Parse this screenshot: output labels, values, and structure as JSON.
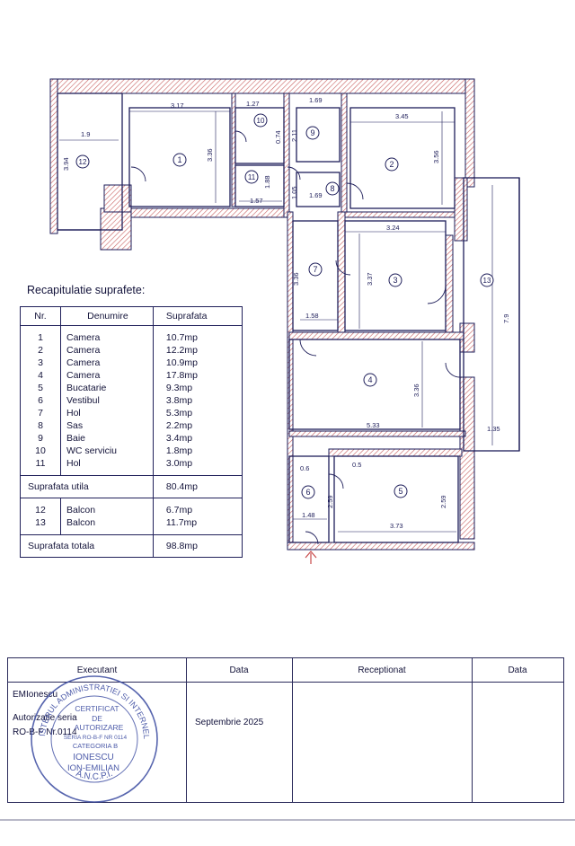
{
  "rooms_numbers": [
    "1",
    "2",
    "3",
    "4",
    "5",
    "6",
    "7",
    "8",
    "9",
    "10",
    "11",
    "12",
    "13"
  ],
  "dims": {
    "d_317": "3.17",
    "d_127": "1.27",
    "d_169a": "1.69",
    "d_345": "3.45",
    "d_19": "1.9",
    "d_394": "3.94",
    "d_336a": "3.36",
    "d_074": "0.74",
    "d_211": "2.11",
    "d_356": "3.56",
    "d_188": "1.88",
    "d_157": "1.57",
    "d_105": "1.05",
    "d_169b": "1.69",
    "d_324": "3.24",
    "d_336b": "3.36",
    "d_337": "3.37",
    "d_158": "1.58",
    "d_79": "7.9",
    "d_336c": "3.36",
    "d_533": "5.33",
    "d_135": "1.35",
    "d_259a": "2.59",
    "d_259b": "2.59",
    "d_148": "1.48",
    "d_373": "3.73",
    "d_06": "0.6",
    "d_05": "0.5"
  },
  "recap": {
    "title": "Recapitulatie suprafete:",
    "headers": {
      "nr": "Nr.",
      "denumire": "Denumire",
      "suprafata": "Suprafata"
    },
    "rooms": [
      {
        "nr": "1",
        "name": "Camera",
        "area": "10.7mp"
      },
      {
        "nr": "2",
        "name": "Camera",
        "area": "12.2mp"
      },
      {
        "nr": "3",
        "name": "Camera",
        "area": "10.9mp"
      },
      {
        "nr": "4",
        "name": "Camera",
        "area": "17.8mp"
      },
      {
        "nr": "5",
        "name": "Bucatarie",
        "area": "9.3mp"
      },
      {
        "nr": "6",
        "name": "Vestibul",
        "area": "3.8mp"
      },
      {
        "nr": "7",
        "name": "Hol",
        "area": "5.3mp"
      },
      {
        "nr": "8",
        "name": "Sas",
        "area": "2.2mp"
      },
      {
        "nr": "9",
        "name": "Baie",
        "area": "3.4mp"
      },
      {
        "nr": "10",
        "name": "WC serviciu",
        "area": "1.8mp"
      },
      {
        "nr": "11",
        "name": "Hol",
        "area": "3.0mp"
      }
    ],
    "util_label": "Suprafata utila",
    "util_value": "80.4mp",
    "balconies": [
      {
        "nr": "12",
        "name": "Balcon",
        "area": "6.7mp"
      },
      {
        "nr": "13",
        "name": "Balcon",
        "area": "11.7mp"
      }
    ],
    "total_label": "Suprafata totala",
    "total_value": "98.8mp"
  },
  "footer": {
    "executant": "Executant",
    "data": "Data",
    "receptionat": "Receptionat",
    "data2": "Data",
    "date_value": "Septembrie 2025",
    "executant_name": "EMIonescu",
    "autorizatie": "Autorizatie seria",
    "ro_nr": "RO-B-F Nr.0114",
    "stamp": {
      "ring_top": "MINISTERUL ADMINISTRATIEI SI INTERNELOR",
      "ring_bottom": "A.N.C.P.I.",
      "line1": "CERTIFICAT",
      "line2": "DE",
      "line3": "AUTORIZARE",
      "line4": "SERIA RO-B-F NR 0114",
      "line5": "CATEGORIA B",
      "line6": "IONESCU",
      "line7": "ION-EMILIAN"
    }
  },
  "colors": {
    "ink": "#1e1e5a",
    "hatch": "#c84a4a",
    "stamp": "#3a4aa0"
  }
}
